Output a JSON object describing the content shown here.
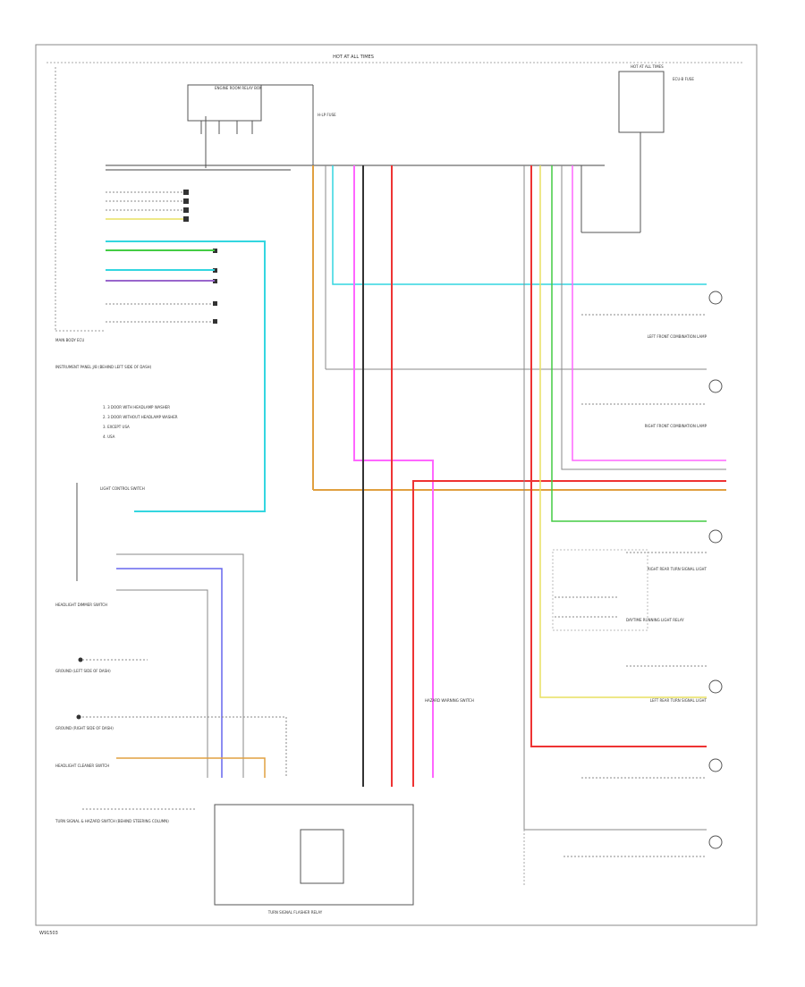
{
  "diagram": {
    "top_label": "HOT AT ALL TIMES",
    "top_right_label": "HOT AT ALL TIMES",
    "fuse_a": "H-LP FUSE",
    "fuse_b": "ECU-B FUSE",
    "page_code": "W91503"
  },
  "components": {
    "engine_room_box": "ENGINE ROOM RELAY BOX",
    "instrument_panel": "INSTRUMENT PANEL J/B (BEHIND LEFT SIDE OF DASH)",
    "main_body_ecu": "MAIN BODY ECU",
    "headlight_dimmer_switch": "HEADLIGHT DIMMER SWITCH",
    "light_control_switch": "LIGHT CONTROL SWITCH",
    "headlight_cleaner": "HEADLIGHT CLEANER SWITCH",
    "daytime_relay": "DAYTIME RUNNING LIGHT RELAY",
    "turn_signal_flasher": "TURN SIGNAL FLASHER RELAY",
    "front_left_lamp": "LEFT FRONT COMBINATION LAMP",
    "front_right_lamp": "RIGHT FRONT COMBINATION LAMP",
    "rear_right_lamp": "RIGHT REAR TURN SIGNAL LIGHT",
    "rear_left_lamp": "LEFT REAR TURN SIGNAL LIGHT",
    "hazard_switch": "HAZARD WARNING SWITCH",
    "combination_switch": "TURN SIGNAL & HAZARD SWITCH (BEHIND STEERING COLUMN)",
    "ground_a": "GROUND (LEFT SIDE OF DASH)",
    "ground_b": "GROUND (RIGHT SIDE OF DASH)"
  },
  "legend": {
    "item1": "1. 3 DOOR WITH HEADLAMP WASHER",
    "item2": "2. 3 DOOR WITHOUT HEADLAMP WASHER",
    "item3": "3. EXCEPT USA",
    "item4": "4. USA"
  },
  "wire_colors": {
    "cyan": "#33d6e0",
    "green": "#44cc44",
    "blue": "#6666ee",
    "purple": "#9966cc",
    "orange": "#e0a040",
    "yellow": "#e8e060",
    "pink": "#ff66ff",
    "red": "#ee3333",
    "dark": "#333333",
    "gray": "#777777"
  }
}
